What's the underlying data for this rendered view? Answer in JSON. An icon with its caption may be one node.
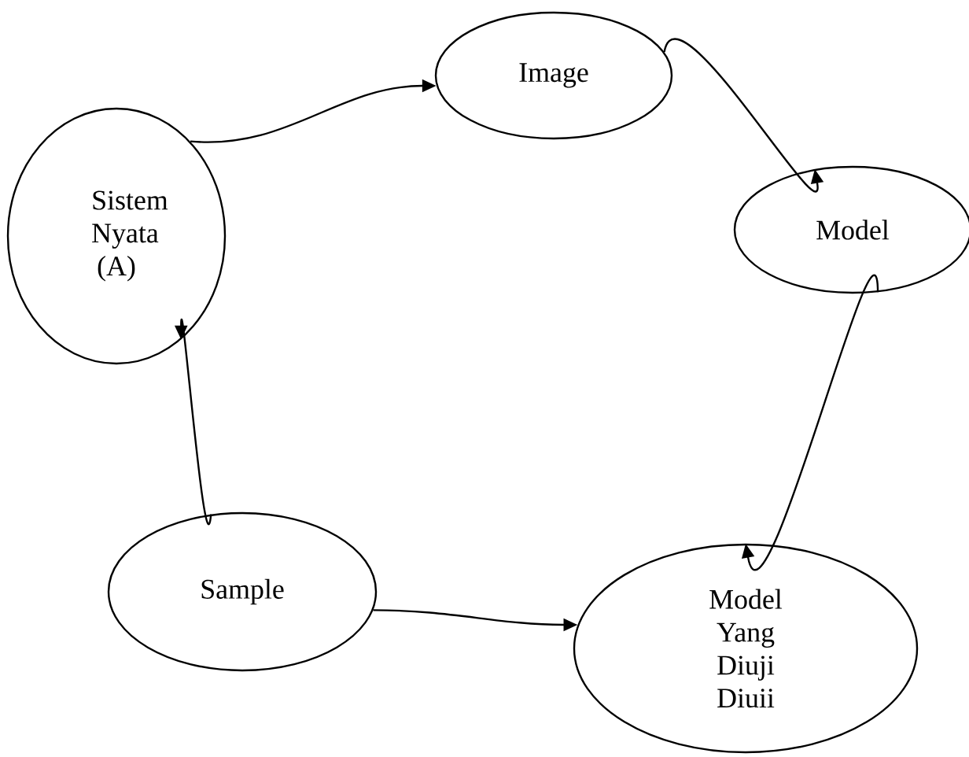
{
  "diagram": {
    "nodes": [
      {
        "text": [
          "Sistem Nyata (A)"
        ]
      },
      {
        "text": [
          "Image"
        ]
      },
      {
        "text": [
          "Model"
        ]
      },
      {
        "text": [
          "Sample"
        ]
      },
      {
        "text": [
          "Model Yang Diuji Diuii"
        ]
      }
    ],
    "edges": [
      {
        "from": 0,
        "to": 1,
        "arrow": "to"
      },
      {
        "from": 1,
        "to": 2,
        "arrow": "to"
      },
      {
        "from": 2,
        "to": 4,
        "arrow": "to"
      },
      {
        "from": 3,
        "to": 4,
        "arrow": "to"
      },
      {
        "from": 3,
        "to": 0,
        "arrow": "to"
      }
    ]
  }
}
